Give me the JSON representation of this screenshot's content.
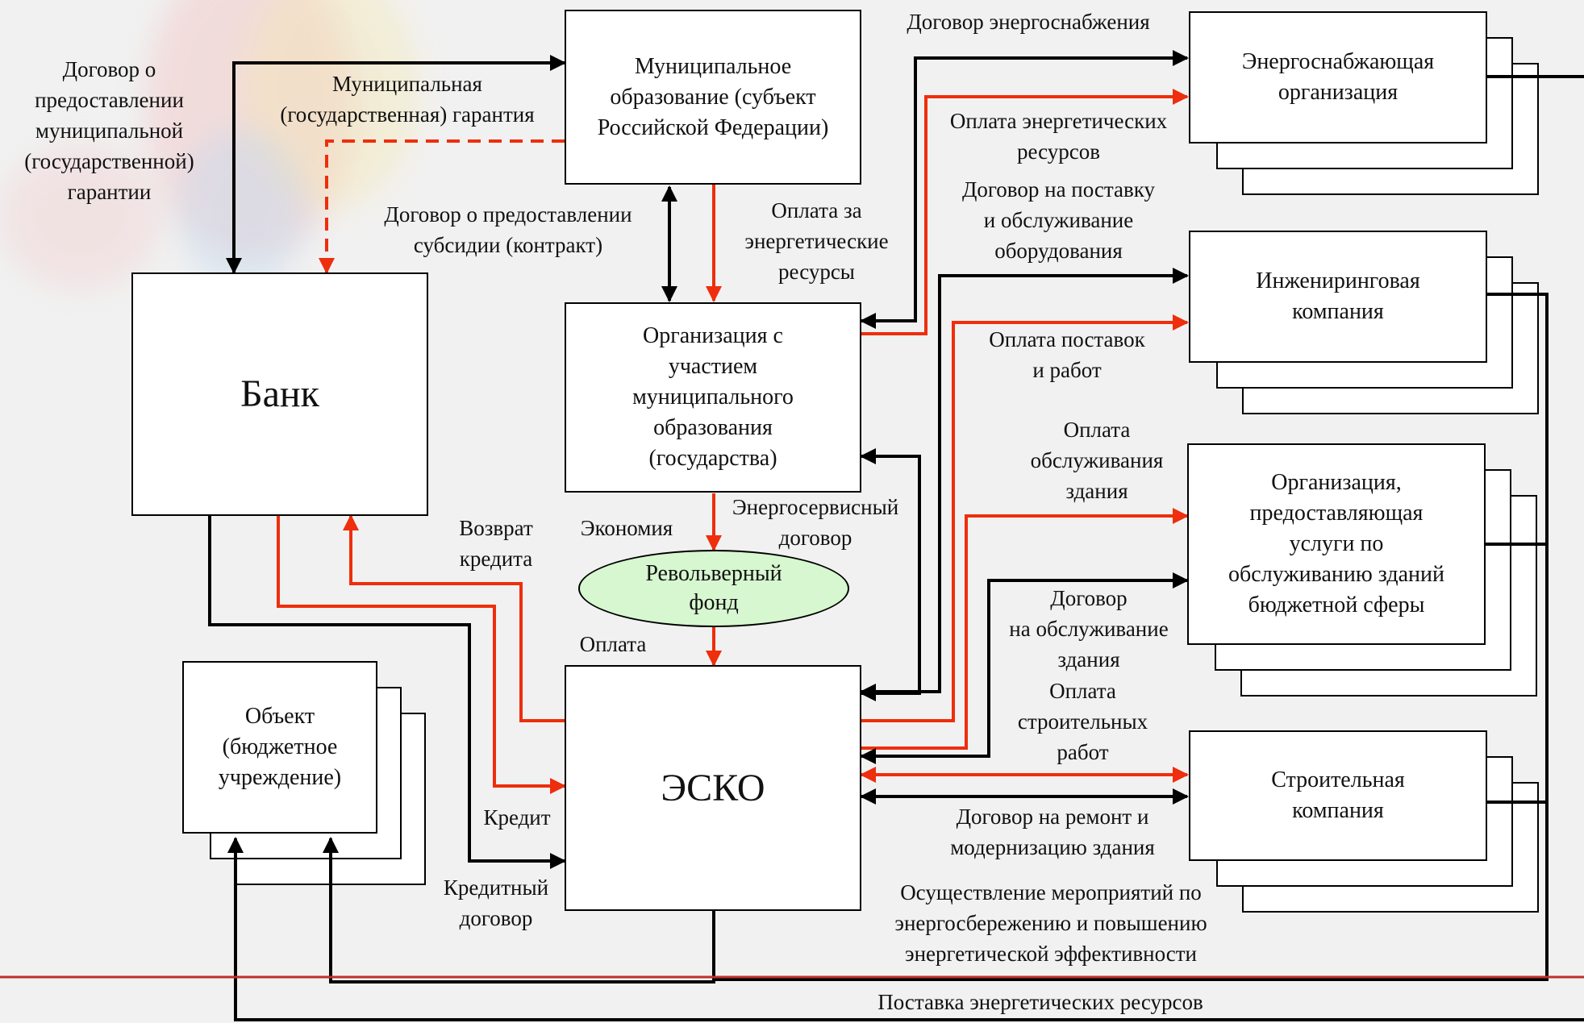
{
  "colors": {
    "background": "#f1f1f1",
    "black_flow": "#000000",
    "red_flow": "#ee2e0c",
    "fund_fill": "#d6f7cf",
    "footer_line": "#c0302b"
  },
  "nodes": {
    "municipality": "Муниципальное\nобразование (субъект\nРоссийской Федерации)",
    "org_municipal": "Организация с\nучастием\nмуниципального\nобразования\n(государства)",
    "bank": "Банк",
    "esco": "ЭСКО",
    "revolving_fund": "Револьверный\nфонд",
    "object": "Объект\n(бюджетное\nучреждение)",
    "energy_supplier": "Энергоснабжающая\nорганизация",
    "engineering": "Инжениринговая\nкомпания",
    "service_org": "Организация,\nпредоставляющая\nуслуги по\nобслуживанию зданий\nбюджетной сферы",
    "construction": "Строительная\nкомпания"
  },
  "labels": {
    "guarantee_contract": "Договор о\nпредоставлении\nмуниципальной\n(государственной)\nгарантии",
    "guarantee": "Муниципальная\n(государственная) гарантия",
    "subsidy_contract": "Договор о предоставлении\nсубсидии (контракт)",
    "energy_payment_mun": "Оплата за\nэнергетические\nресурсы",
    "energy_supply_contract": "Договор энергоснабжения",
    "energy_payment": "Оплата энергетических\nресурсов",
    "equipment_contract": "Договор на поставку\nи обслуживание\nоборудования",
    "supply_payment": "Оплата поставок\nи работ",
    "building_service_payment": "Оплата\nобслуживания\nздания",
    "building_service_contract": "Договор\nна обслуживание\nздания",
    "construction_payment": "Оплата\nстроительных\nработ",
    "repair_contract": "Договор на ремонт и\nмодернизацию здания",
    "measures": "Осуществление мероприятий по\nэнергосбережению и повышению\nэнергетической эффективности",
    "energy_delivery": "Поставка энергетических ресурсов",
    "loan_return": "Возврат\nкредита",
    "savings": "Экономия",
    "energy_service_contract": "Энергосервисный\nдоговор",
    "payment": "Оплата",
    "credit": "Кредит",
    "credit_contract": "Кредитный\nдоговор"
  }
}
